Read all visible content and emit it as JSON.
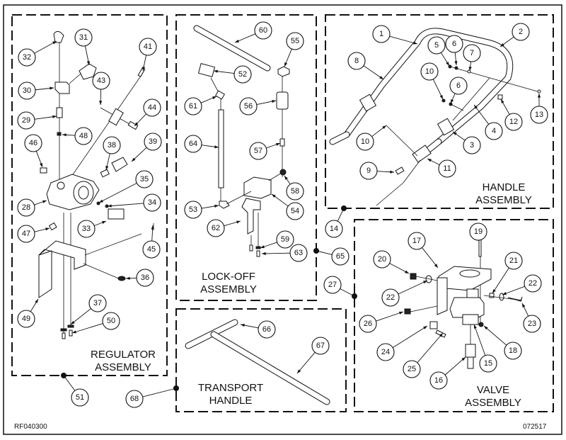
{
  "diagram": {
    "type": "exploded-parts-diagram",
    "footer_left_code": "RF040300",
    "footer_right_code": "072517",
    "panels": [
      {
        "id": "regulator",
        "label_line1": "REGULATOR",
        "label_line2": "ASSEMBLY",
        "callout": "51"
      },
      {
        "id": "lockoff",
        "label_line1": "LOCK-OFF",
        "label_line2": "ASSEMBLY",
        "callout": "65"
      },
      {
        "id": "handle",
        "label_line1": "HANDLE",
        "label_line2": "ASSEMBLY",
        "callout": "14"
      },
      {
        "id": "valve",
        "label_line1": "VALVE",
        "label_line2": "ASSEMBLY",
        "callout": "27"
      },
      {
        "id": "transport",
        "label_line1": "TRANSPORT",
        "label_line2": "HANDLE",
        "callout": "68"
      }
    ],
    "callouts": {
      "regulator": [
        "32",
        "31",
        "41",
        "30",
        "43",
        "44",
        "29",
        "48",
        "46",
        "38",
        "39",
        "35",
        "28",
        "34",
        "33",
        "47",
        "45",
        "36",
        "49",
        "37",
        "50"
      ],
      "lockoff": [
        "60",
        "55",
        "52",
        "61",
        "56",
        "64",
        "57",
        "58",
        "53",
        "54",
        "62",
        "59",
        "63"
      ],
      "handle": [
        "1",
        "2",
        "5",
        "6",
        "7",
        "8",
        "10",
        "6",
        "13",
        "12",
        "4",
        "10",
        "3",
        "9",
        "11"
      ],
      "valve": [
        "19",
        "17",
        "20",
        "21",
        "22",
        "22",
        "23",
        "26",
        "18",
        "24",
        "15",
        "25",
        "16"
      ],
      "transport": [
        "66",
        "67"
      ],
      "assembly": [
        "51",
        "68",
        "14",
        "65",
        "27"
      ]
    }
  }
}
